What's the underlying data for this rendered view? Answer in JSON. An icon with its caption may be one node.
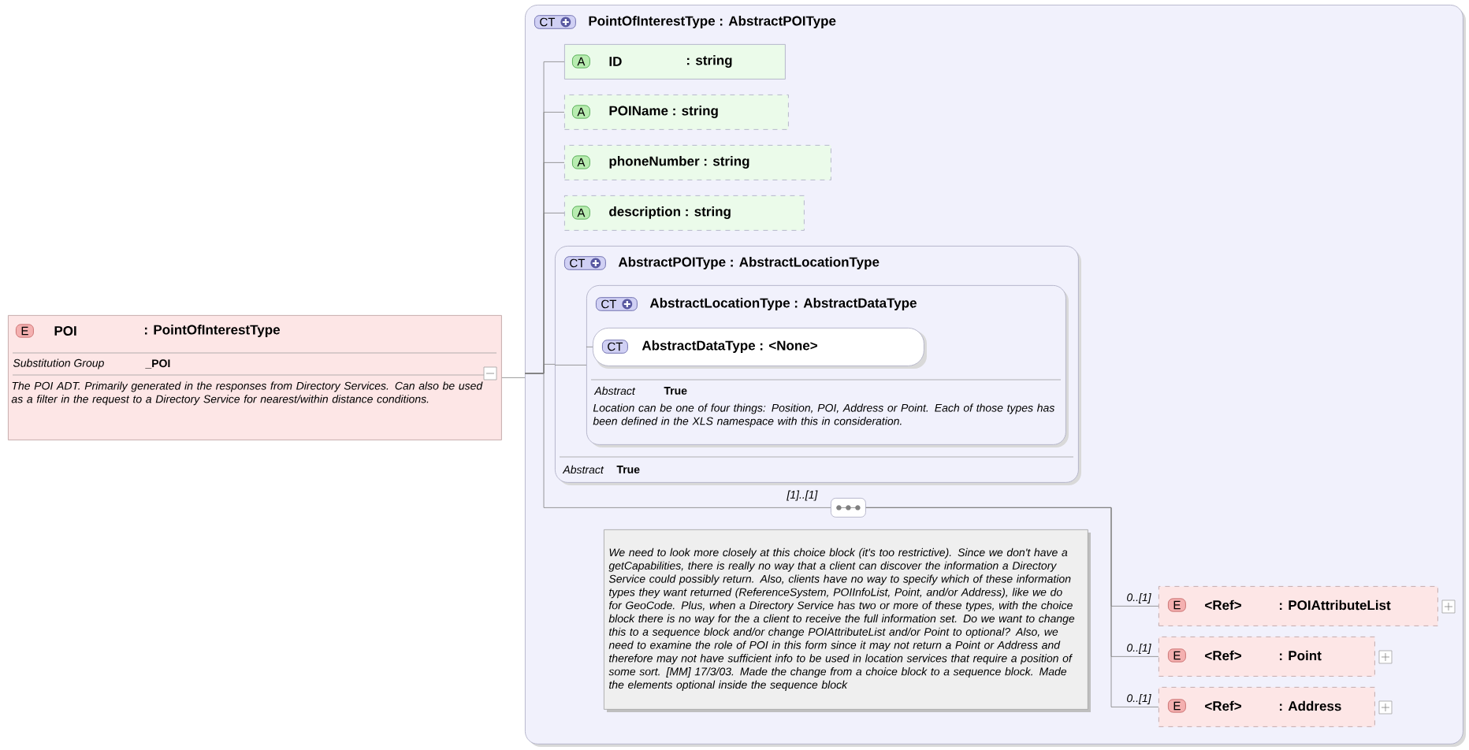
{
  "diagram": {
    "nodes": [
      {
        "text": [
          "E",
          "POI",
          ": PointOfInterestType",
          "Substitution Group",
          "_POI",
          "The POI ADT. Primarily generated in the responses from Directory Services. Can also be used as a filter in the request to a Directory Service for nearest/within distance conditions."
        ]
      },
      {
        "text": [
          "CT",
          "PointOfInterestType : AbstractPOIType"
        ]
      },
      {
        "text": [
          "A",
          "ID",
          ": string"
        ],
        "in": 1
      },
      {
        "text": [
          "A",
          "POIName : string"
        ],
        "in": 1
      },
      {
        "text": [
          "A",
          "phoneNumber : string"
        ],
        "in": 1
      },
      {
        "text": [
          "A",
          "description : string"
        ],
        "in": 1
      },
      {
        "text": [
          "CT",
          "AbstractPOIType : AbstractLocationType",
          "Abstract",
          "True"
        ],
        "in": 1
      },
      {
        "text": [
          "CT",
          "AbstractLocationType : AbstractDataType",
          "Abstract",
          "True",
          "Location can be one of four things: Position, POI, Address or Point. Each of those types has been defined in the XLS namespace with this in consideration."
        ],
        "in": 6
      },
      {
        "text": [
          "CT",
          "AbstractDataType : <None>"
        ],
        "in": 7
      },
      {
        "text": [],
        "shape": "box",
        "in": 1,
        "beside": [
          "[1]..[1]"
        ]
      },
      {
        "text": [
          "We need to look more closely at this choice block (it's too restrictive). Since we don't have a getCapabilities, there is really no way that a client can discover the information a Directory Service could possibly return. Also, clients have no way to specify which of these information types they want returned (ReferenceSystem, POIInfoList, Point, and/or Address), like we do for GeoCode. Plus, when a Directory Service has two or more of these types, with the choice block there is no way for the a client to receive the full information set. Do we want to change this to a sequence block and/or change POIAttributeList and/or Point to optional? Also, we need to examine the role of POI in this form since it may not return a Point or Address and therefore may not have sufficient info to be used in location services that require a position of some sort. [MM] 17/3/03. Made the change from a choice block to a sequence block. Made the elements optional inside the sequence block"
        ],
        "in": 1
      },
      {
        "text": [
          "E",
          "<Ref>",
          ": POIAttributeList"
        ],
        "in": 1
      },
      {
        "text": [
          "E",
          "<Ref>",
          ": Point"
        ],
        "in": 1
      },
      {
        "text": [
          "E",
          "<Ref>",
          ": Address"
        ],
        "in": 1
      }
    ],
    "edges": [
      {
        "from": 0,
        "to": 1,
        "arrow": "none"
      },
      {
        "from": 1,
        "to": 2,
        "arrow": "none"
      },
      {
        "from": 1,
        "to": 3,
        "arrow": "none"
      },
      {
        "from": 1,
        "to": 4,
        "arrow": "none"
      },
      {
        "from": 1,
        "to": 5,
        "arrow": "none"
      },
      {
        "from": 1,
        "to": 6,
        "arrow": "none"
      },
      {
        "from": 1,
        "to": 9,
        "arrow": "none"
      },
      {
        "from": 6,
        "to": 7,
        "arrow": "none"
      },
      {
        "from": 7,
        "to": 8,
        "arrow": "none"
      },
      {
        "from": 9,
        "to": 11,
        "arrow": "none",
        "label": "0..[1]"
      },
      {
        "from": 9,
        "to": 12,
        "arrow": "none",
        "label": "0..[1]"
      },
      {
        "from": 9,
        "to": 13,
        "arrow": "none",
        "label": "0..[1]"
      }
    ]
  }
}
